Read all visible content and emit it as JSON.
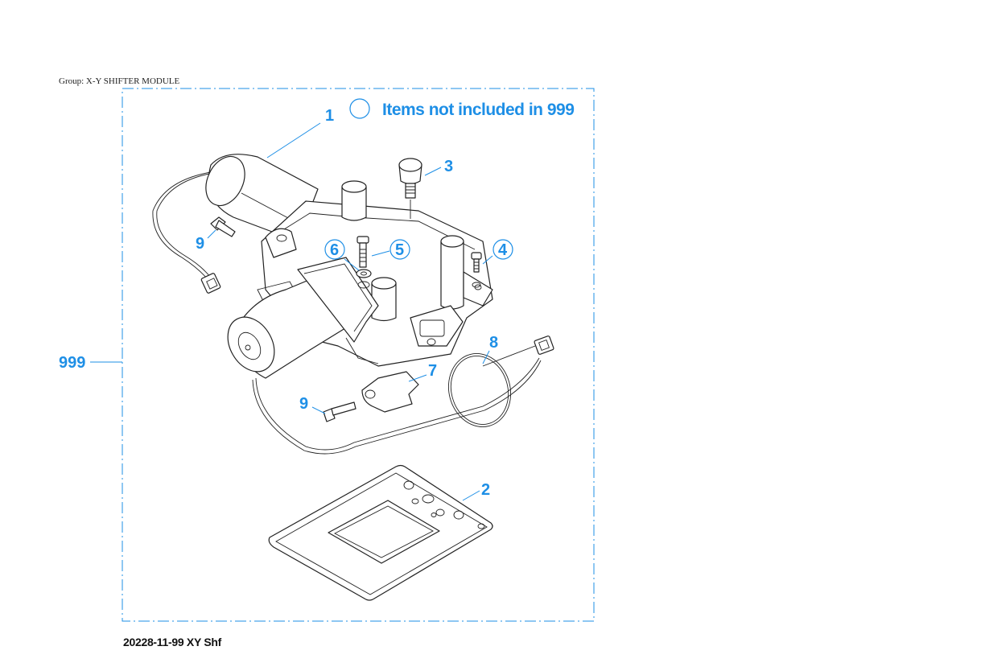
{
  "header": {
    "group_label": "Group: X-Y SHIFTER MODULE"
  },
  "legend": {
    "text": "Items not included in 999"
  },
  "kit": {
    "number": "999"
  },
  "callouts": [
    {
      "num": "1",
      "circled": false
    },
    {
      "num": "2",
      "circled": false
    },
    {
      "num": "3",
      "circled": false
    },
    {
      "num": "4",
      "circled": true
    },
    {
      "num": "5",
      "circled": true
    },
    {
      "num": "6",
      "circled": true
    },
    {
      "num": "7",
      "circled": false
    },
    {
      "num": "8",
      "circled": false
    },
    {
      "num": "9",
      "circled": false
    }
  ],
  "footer": {
    "drawing_code": "20228-11-99 XY Shf"
  },
  "colors": {
    "callout_blue": "#1e8fe6",
    "line_art": "#222222"
  }
}
